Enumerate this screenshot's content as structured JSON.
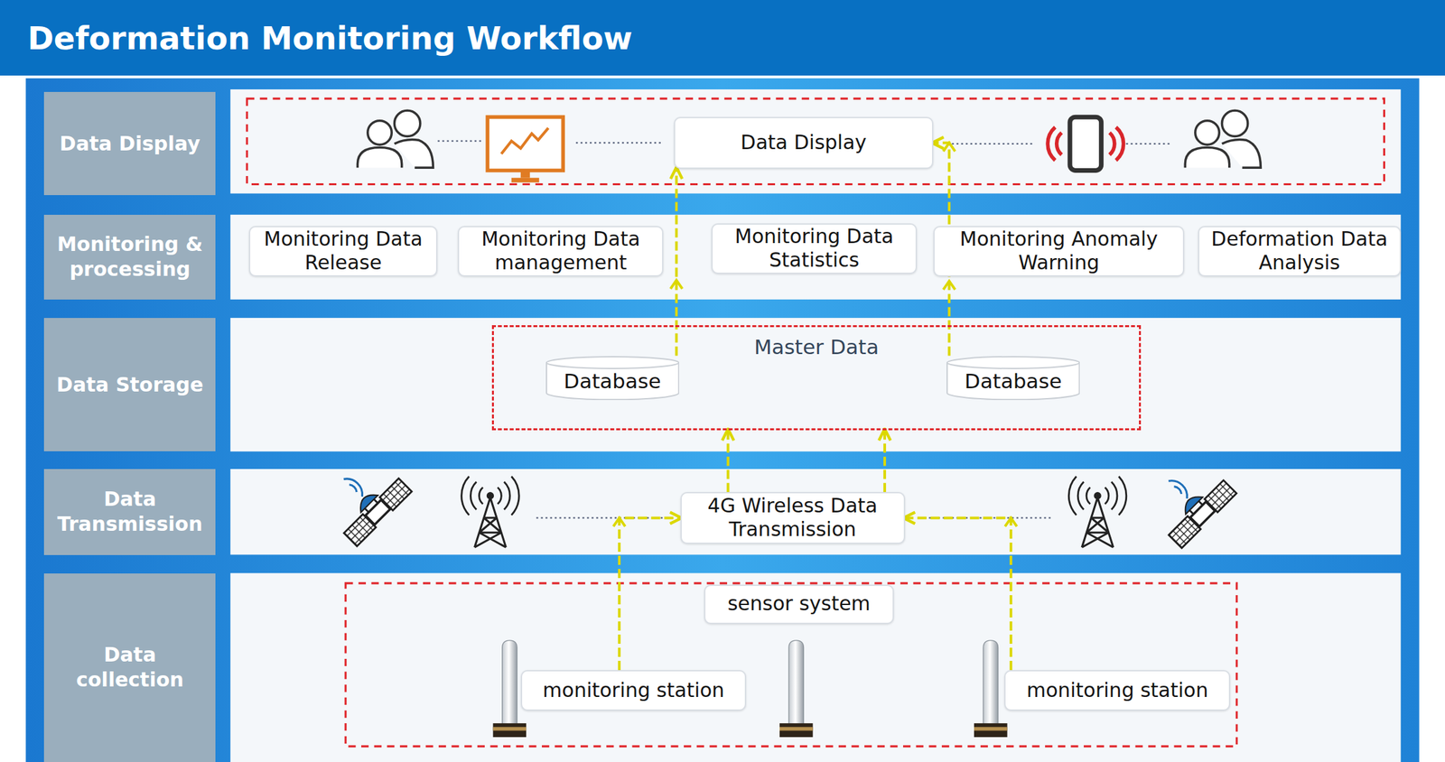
{
  "diagram": {
    "title": "Deformation Monitoring Workflow",
    "nodes": [
      {
        "text": [
          "Data Display"
        ]
      },
      {
        "text": [
          "Data Display"
        ]
      },
      {
        "text": [
          "Monitoring & processing"
        ]
      },
      {
        "text": [
          "Monitoring Data Release"
        ]
      },
      {
        "text": [
          "Monitoring Data management"
        ]
      },
      {
        "text": [
          "Monitoring Data Statistics"
        ]
      },
      {
        "text": [
          "Monitoring Anomaly Warning"
        ]
      },
      {
        "text": [
          "Deformation Data Analysis"
        ]
      },
      {
        "text": [
          "Data Storage"
        ]
      },
      {
        "text": [
          "Master Data"
        ]
      },
      {
        "text": [
          "Database"
        ],
        "in": 9
      },
      {
        "text": [
          "Database"
        ],
        "in": 9
      },
      {
        "text": [
          "Data Transmission"
        ]
      },
      {
        "text": [
          "4G Wireless Data Transmission"
        ]
      },
      {
        "text": [
          "Data collection"
        ]
      },
      {
        "text": [
          "sensor system"
        ]
      },
      {
        "text": [
          "monitoring station"
        ]
      },
      {
        "text": [
          "monitoring station"
        ]
      }
    ],
    "edges": [
      {
        "from": 16,
        "to": 13,
        "arrow": "to"
      },
      {
        "from": 17,
        "to": 13,
        "arrow": "to"
      },
      {
        "from": 13,
        "to": 9,
        "arrow": "to"
      },
      {
        "from": 13,
        "to": 9,
        "arrow": "to"
      },
      {
        "from": 10,
        "to": 1,
        "arrow": "to"
      },
      {
        "from": 11,
        "to": 1,
        "arrow": "to"
      }
    ]
  }
}
